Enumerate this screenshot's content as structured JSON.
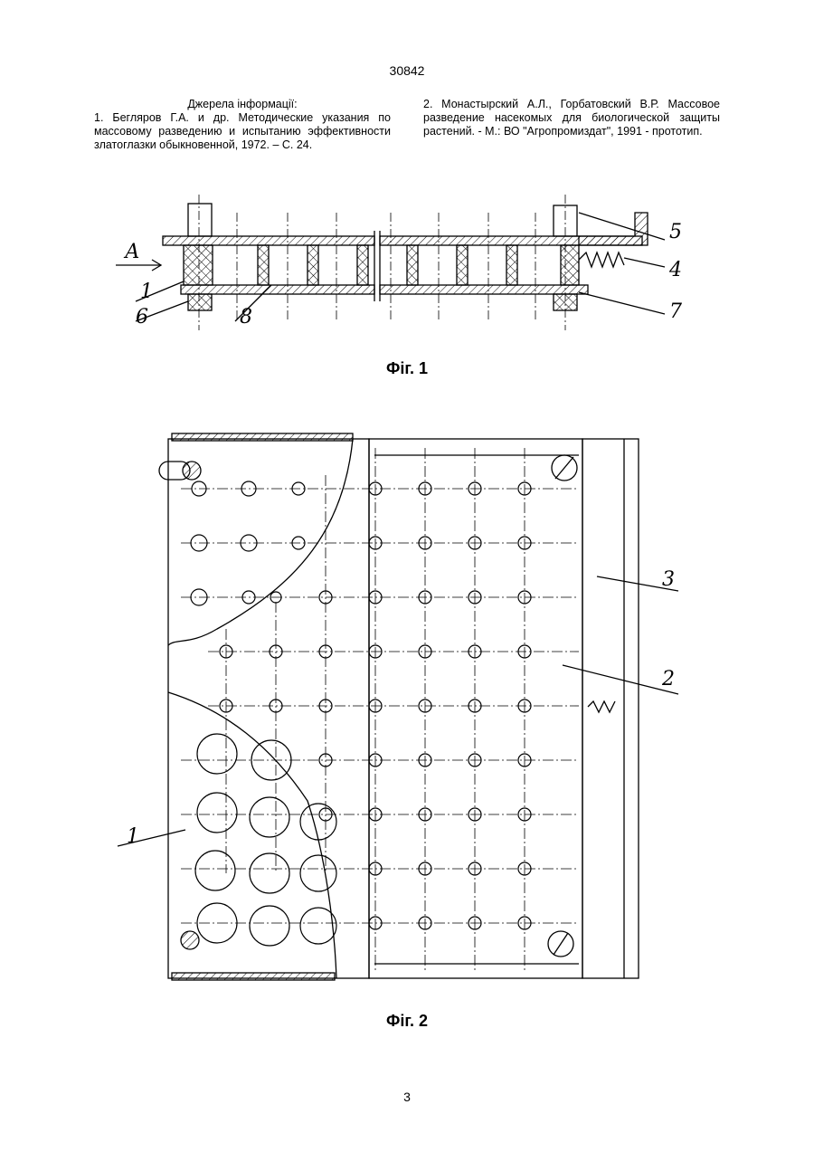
{
  "header": {
    "patent_number": "30842"
  },
  "references": {
    "title": "Джерела інформації:",
    "left_text": "1. Бегляров Г.А. и др. Методические указания по массовому разведению и испытанию эффективности златоглазки обыкновенной, 1972. – С. 24.",
    "right_text": "2. Монастырский А.Л., Горбатовский В.Р. Массовое разведение насекомых для биологической защиты растений. - М.: ВО \"Агропромиздат\", 1991 - прототип."
  },
  "figure1": {
    "caption": "Фіг. 1",
    "view_label": "А",
    "labels": {
      "l1": "1",
      "l4": "4",
      "l5": "5",
      "l6": "6",
      "l7": "7",
      "l8": "8"
    }
  },
  "figure2": {
    "caption": "Фіг. 2",
    "labels": {
      "l1": "1",
      "l2": "2",
      "l3": "3"
    }
  },
  "footer": {
    "page_number": "3"
  }
}
